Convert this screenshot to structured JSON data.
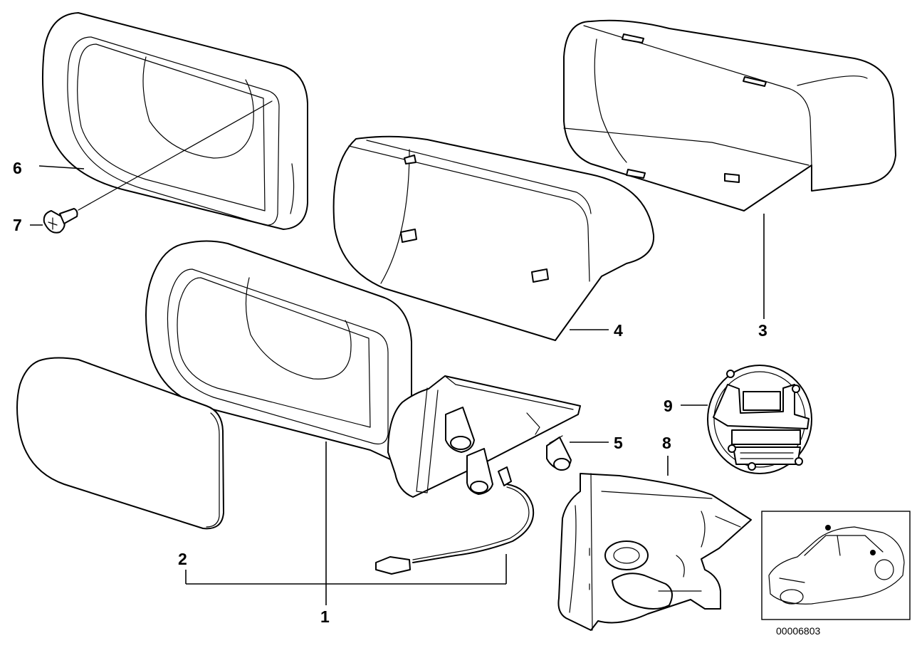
{
  "callouts": {
    "c1": "1",
    "c2": "2",
    "c3": "3",
    "c4": "4",
    "c5": "5",
    "c6": "6",
    "c7": "7",
    "c8": "8",
    "c9": "9"
  },
  "diagram_code": "00006803"
}
